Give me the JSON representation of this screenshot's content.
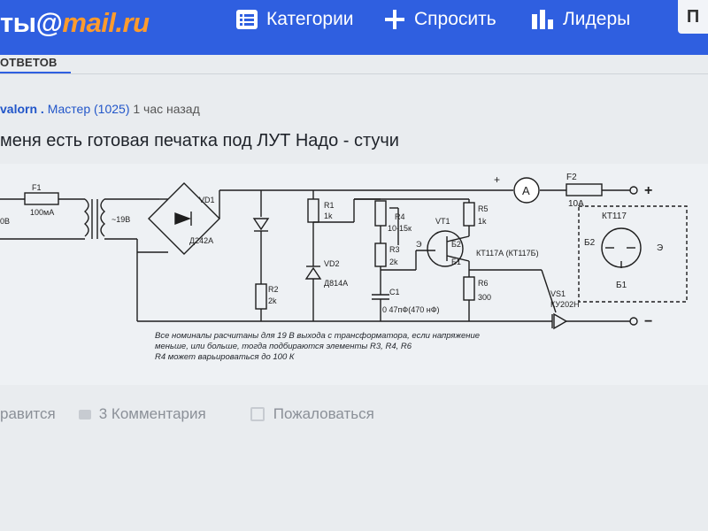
{
  "header": {
    "logo_text": "ты@",
    "logo_domain": "mail.ru",
    "nav": {
      "categories": "Категории",
      "ask": "Спросить",
      "leaders": "Лидеры"
    },
    "corner_button": "П"
  },
  "tabs": {
    "answers": "ОТВЕТОВ"
  },
  "answer": {
    "author": "valorn .",
    "rank": "Мастер (1025)",
    "time": "1 час назад",
    "title": "меня есть готовая печатка под ЛУТ Надо - стучи"
  },
  "schematic": {
    "labels": {
      "f1": "F1",
      "f1_val": "100мА",
      "voltage_in": "0В",
      "voltage_sec": "~19В",
      "vd1": "VD1",
      "vd1_part": "Д242А",
      "r1": "R1",
      "r1_val": "1k",
      "vd2": "VD2",
      "vd2_part": "Д814А",
      "r2": "R2",
      "r2_val": "2k",
      "r3": "R3",
      "r3_val": "2k",
      "r4": "R4",
      "r4_val": "10-15к",
      "c1": "C1",
      "c1_val": "0 47пФ(470 нФ)",
      "r5": "R5",
      "r5_val": "1k",
      "r6": "R6",
      "r6_val": "300",
      "vt1": "VT1",
      "vt1_part": "КТ117А (КТ117Б)",
      "b2": "Б2",
      "b1": "Б1",
      "e": "Э",
      "vs1": "VS1",
      "vs1_part": "КУ202Н",
      "f2": "F2",
      "f2_val": "10А",
      "ammeter": "A",
      "plus": "+",
      "minus": "−",
      "kt117": "КТ117",
      "pin_b2": "Б2",
      "pin_e": "Э",
      "pin_b1": "Б1"
    },
    "caption": [
      "Все номиналы расчитаны для 19 В выхода с трансформатора, если напряжение",
      "меньше, или больше, тогда подбираются элементы R3, R4, R6",
      "R4 может варьироваться до 100 К"
    ]
  },
  "actions": {
    "like": "равится",
    "comments": "3 Комментария",
    "report": "Пожаловаться"
  },
  "colors": {
    "header_bg": "#2f5fe0",
    "logo_domain": "#ff9b2d",
    "link": "#2256c9"
  }
}
